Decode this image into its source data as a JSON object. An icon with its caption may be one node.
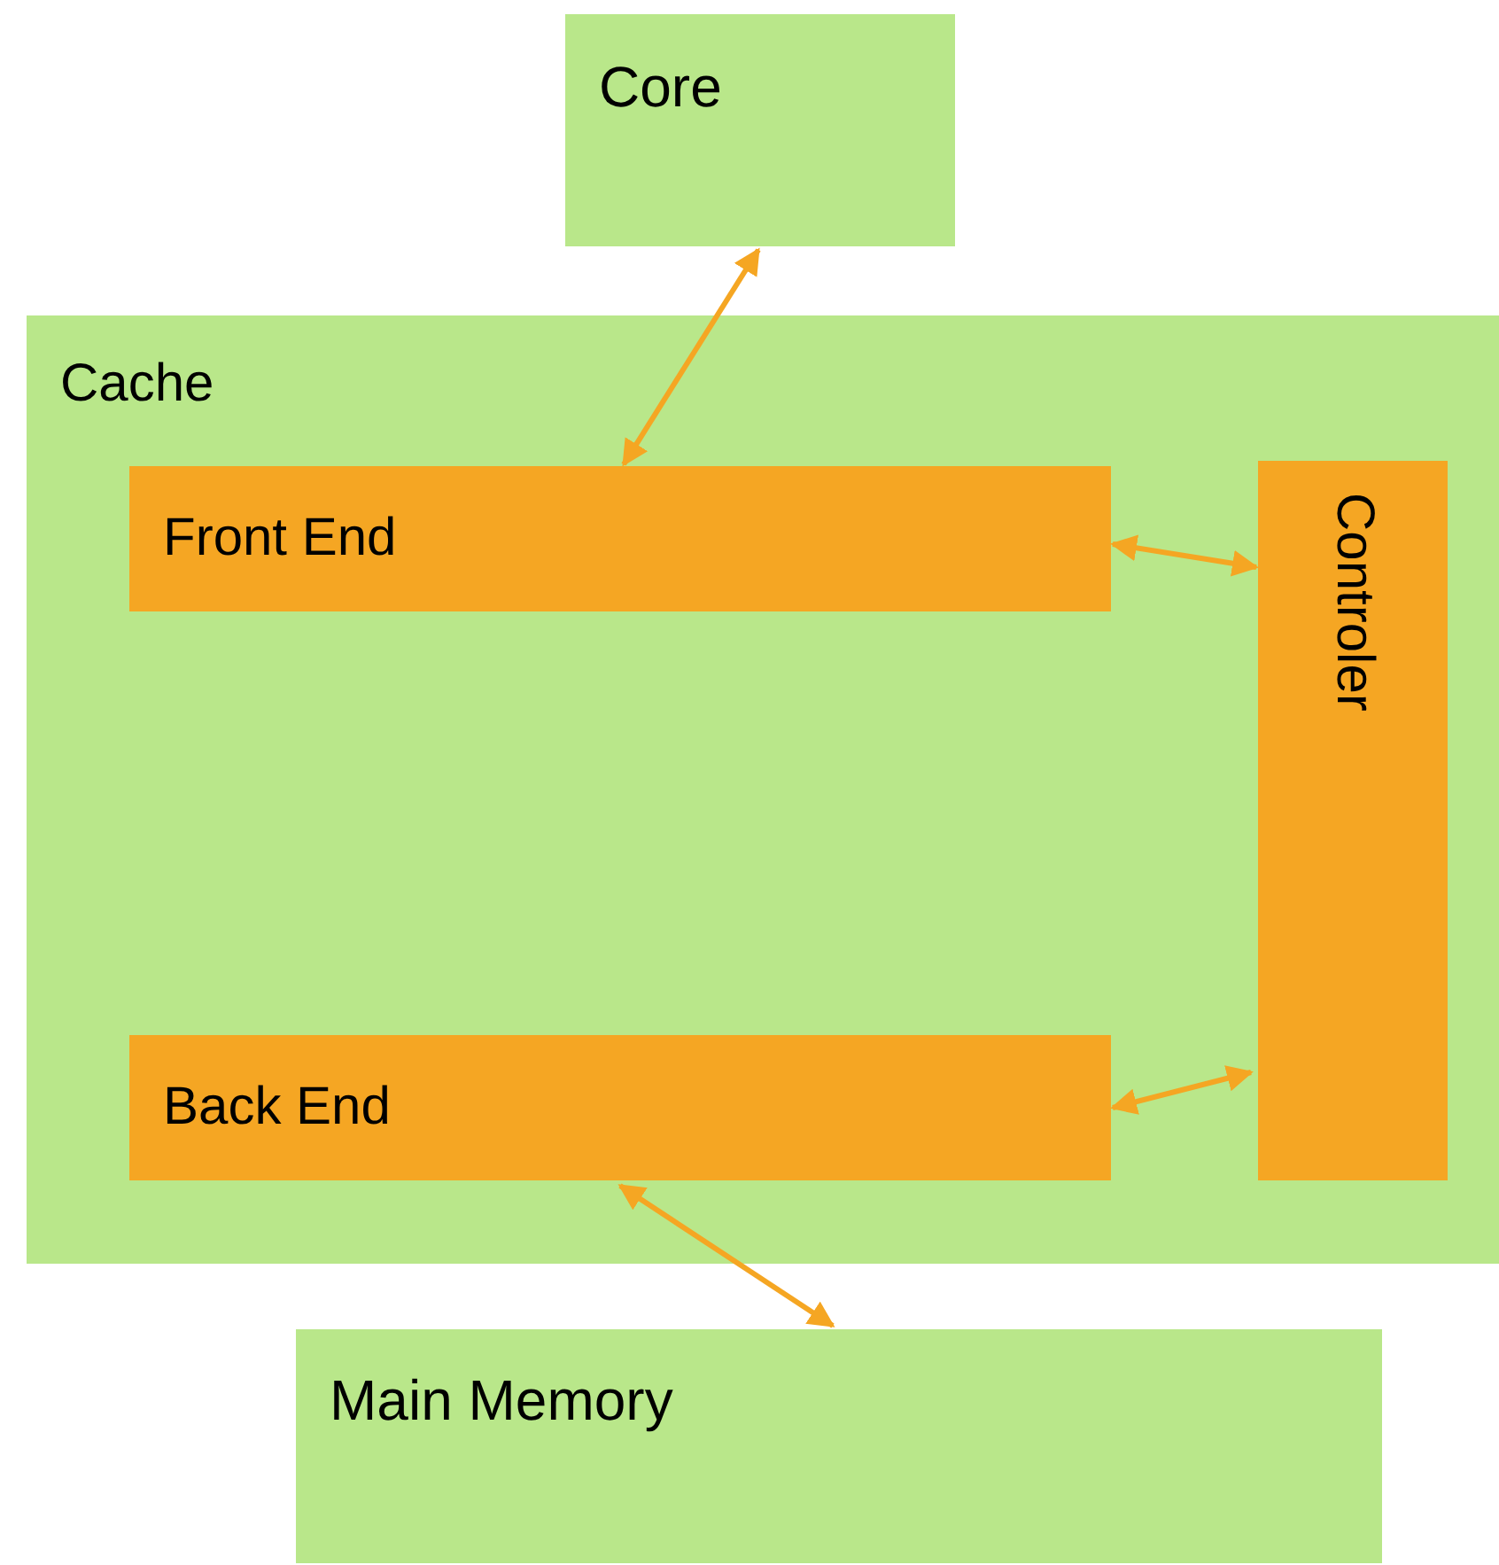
{
  "diagram": {
    "nodes": [
      {
        "text": [
          "Core"
        ]
      },
      {
        "text": [
          "Cache"
        ]
      },
      {
        "text": [
          "Front End"
        ],
        "in": 1
      },
      {
        "text": [
          "Controler"
        ],
        "in": 1
      },
      {
        "text": [
          "Back End"
        ],
        "in": 1
      },
      {
        "text": [
          "Main Memory"
        ]
      }
    ],
    "edges": [
      {
        "from": 0,
        "to": 2,
        "arrow": "both"
      },
      {
        "from": 2,
        "to": 3,
        "arrow": "both"
      },
      {
        "from": 4,
        "to": 3,
        "arrow": "both"
      },
      {
        "from": 4,
        "to": 5,
        "arrow": "both"
      }
    ]
  }
}
